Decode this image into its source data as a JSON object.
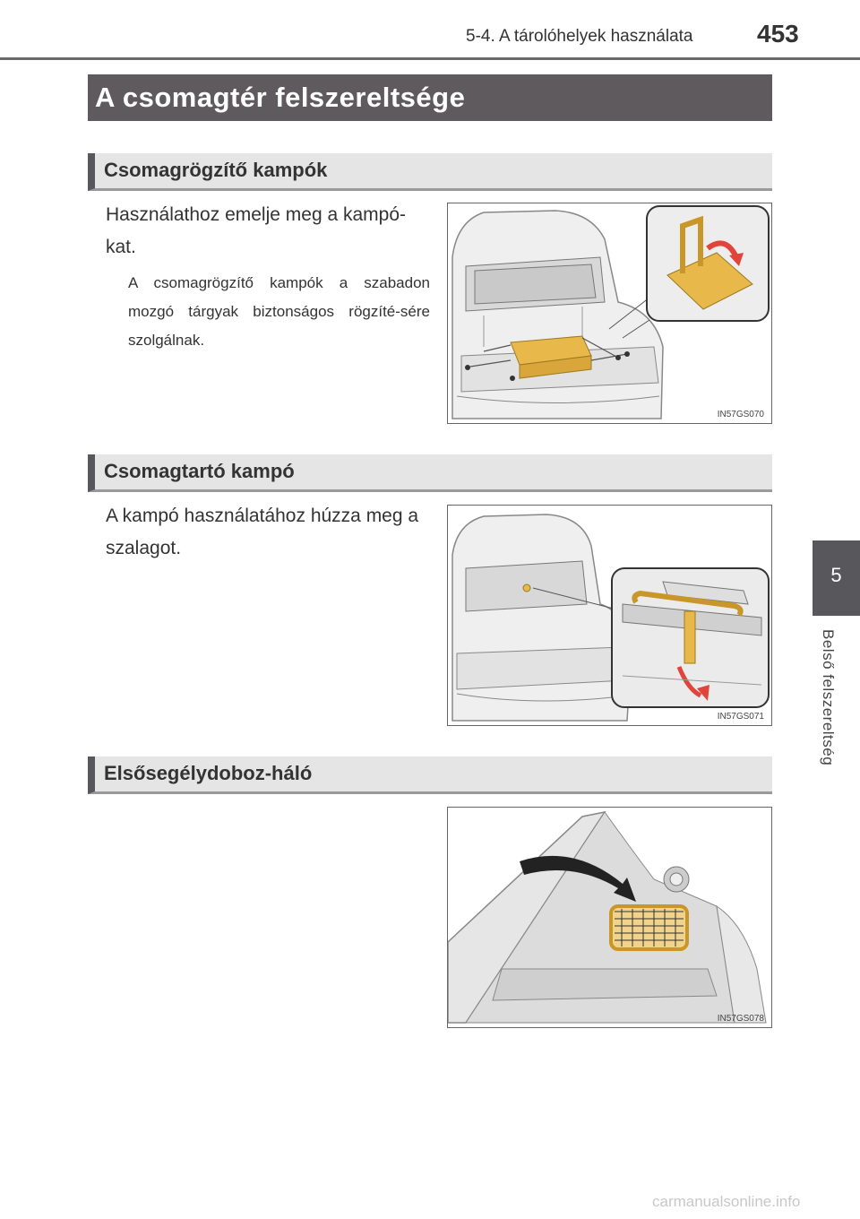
{
  "header": {
    "section_title": "5-4. A tárolóhelyek használata",
    "page_number": "453"
  },
  "side_tab": {
    "number": "5",
    "label": "Belső felszereltség"
  },
  "main_title": "A csomagtér felszereltsége",
  "sections": [
    {
      "heading": "Csomagrögzítő kampók",
      "text": "Használathoz emelje meg a kampó-kat.",
      "note": "A csomagrögzítő kampók a szabadon mozgó tárgyak biztonságos rögzíté-sére szolgálnak.",
      "figure_code": "IN57GS070"
    },
    {
      "heading": "Csomagtartó kampó",
      "text": "A kampó használatához húzza meg a szalagot.",
      "figure_code": "IN57GS071"
    },
    {
      "heading": "Elsősegélydoboz-háló",
      "figure_code": "IN57GS078"
    }
  ],
  "colors": {
    "highlight": "#e8b84a",
    "arrow": "#e0443a",
    "tab": "#58585c"
  },
  "watermark": "carmanualsonline.info"
}
